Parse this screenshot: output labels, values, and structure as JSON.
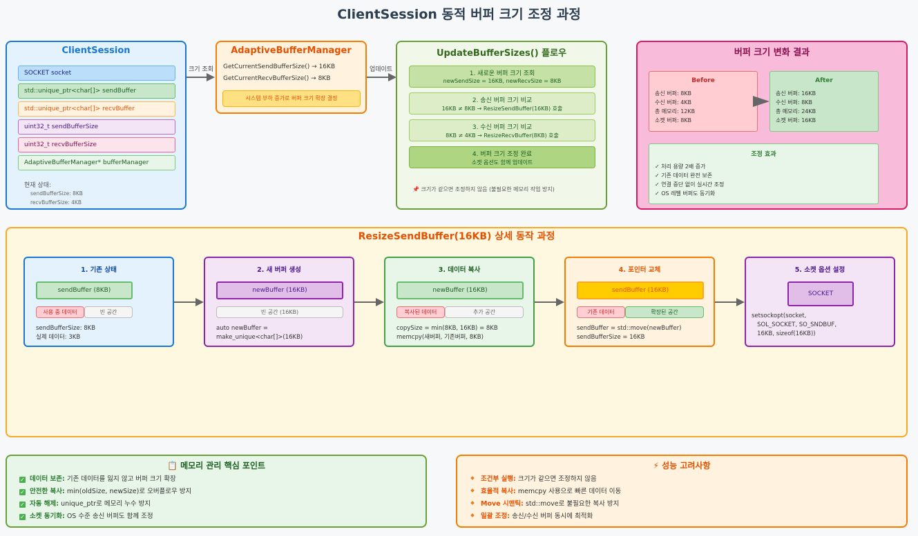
{
  "title": "ClientSession 동적 버퍼 크기 조정 과정",
  "client_session": {
    "title": "ClientSession",
    "fields": [
      "SOCKET socket",
      "std::unique_ptr<char[]> sendBuffer",
      "std::unique_ptr<char[]> recvBuffer",
      "uint32_t sendBufferSize",
      "uint32_t recvBufferSize",
      "AdaptiveBufferManager* bufferManager"
    ],
    "state_label": "현재 상태:",
    "state_send": "sendBufferSize: 8KB",
    "state_recv": "recvBufferSize: 4KB"
  },
  "arrow1_label": "크기 조회",
  "adaptive": {
    "title": "AdaptiveBufferManager",
    "line1": "GetCurrentSendBufferSize() → 16KB",
    "line2": "GetCurrentRecvBufferSize() → 8KB",
    "note": "시스템 부하 증가로 버퍼 크기 확장 결정"
  },
  "arrow2_label": "업데이트",
  "update_flow": {
    "title": "UpdateBufferSizes() 플로우",
    "steps": [
      {
        "title": "1. 새로운 버퍼 크기 조회",
        "detail": "newSendSize = 16KB, newRecvSize = 8KB"
      },
      {
        "title": "2. 송신 버퍼 크기 비교",
        "detail": "16KB ≠ 8KB → ResizeSendBuffer(16KB) 호출"
      },
      {
        "title": "3. 수신 버퍼 크기 비교",
        "detail": "8KB ≠ 4KB → ResizeRecvBuffer(8KB) 호출"
      },
      {
        "title": "4. 버퍼 크기 조정 완료",
        "detail": "소켓 옵션도 함께 업데이트"
      }
    ],
    "note": "크기가 같으면 조정하지 않음 (불필요한 메모리 작업 방지)"
  },
  "result": {
    "title": "버퍼 크기 변화 결과",
    "before_title": "Before",
    "before": [
      "송신 버퍼: 8KB",
      "수신 버퍼: 4KB",
      "총 메모리: 12KB",
      "소켓 버퍼: 8KB"
    ],
    "after_title": "After",
    "after": [
      "송신 버퍼: 16KB",
      "수신 버퍼: 8KB",
      "총 메모리: 24KB",
      "소켓 버퍼: 16KB"
    ],
    "effect_title": "조정 효과",
    "effects": [
      "✓ 처리 용량 2배 증가",
      "✓ 기존 데이터 완전 보존",
      "✓ 연결 중단 없이 실시간 조정",
      "✓ OS 레벨 버퍼도 동기화"
    ]
  },
  "resize": {
    "title": "ResizeSendBuffer(16KB) 상세 동작 과정",
    "s1": {
      "title": "1. 기존 상태",
      "box": "sendBuffer (8KB)",
      "used": "사용 중 데이터",
      "free": "빈 공간",
      "code": "sendBufferSize: 8KB\n실제 데이터: 3KB"
    },
    "s2": {
      "title": "2. 새 버퍼 생성",
      "box": "newBuffer (16KB)",
      "empty": "빈 공간 (16KB)",
      "code": "auto newBuffer =\nmake_unique<char[]>(16KB)"
    },
    "s3": {
      "title": "3. 데이터 복사",
      "box": "newBuffer (16KB)",
      "copied": "복사된 데이터",
      "extra": "추가 공간",
      "code": "copySize = min(8KB, 16KB) = 8KB\nmemcpy(새버퍼, 기존버퍼, 8KB)"
    },
    "s4": {
      "title": "4. 포인터 교체",
      "box": "sendBuffer (16KB)",
      "old": "기존 데이터",
      "expanded": "확장된 공간",
      "code": "sendBuffer = std::move(newBuffer)\nsendBufferSize = 16KB"
    },
    "s5": {
      "title": "5. 소켓 옵션 설정",
      "box": "SOCKET",
      "code": "setsockopt(socket,\n   SOL_SOCKET, SO_SNDBUF,\n   16KB, sizeof(16KB))"
    }
  },
  "memory": {
    "icon": "📋",
    "title": "메모리 관리 핵심 포인트",
    "items": [
      {
        "bold": "데이터 보존:",
        "text": " 기존 데이터를 잃지 않고 버퍼 크기 확장"
      },
      {
        "bold": "안전한 복사:",
        "text": " min(oldSize, newSize)로 오버플로우 방지"
      },
      {
        "bold": "자동 해제:",
        "text": " unique_ptr로 메모리 누수 방지"
      },
      {
        "bold": "소켓 동기화:",
        "text": " OS 수준 송신 버퍼도 함께 조정"
      }
    ]
  },
  "performance": {
    "icon": "⚡",
    "title": "성능 고려사항",
    "items": [
      {
        "bold": "조건부 실행:",
        "text": " 크기가 같으면 조정하지 않음"
      },
      {
        "bold": "효율적 복사:",
        "text": " memcpy 사용으로 빠른 데이터 이동"
      },
      {
        "bold": "Move 시맨틱:",
        "text": " std::move로 불필요한 복사 방지"
      },
      {
        "bold": "일괄 조정:",
        "text": " 송신/수신 버퍼 동시에 최적화"
      }
    ]
  },
  "colors": {
    "blue": "#1976d2",
    "orange": "#f57c00",
    "green": "#689f38",
    "pink": "#d81b60",
    "purple": "#8e24aa"
  }
}
